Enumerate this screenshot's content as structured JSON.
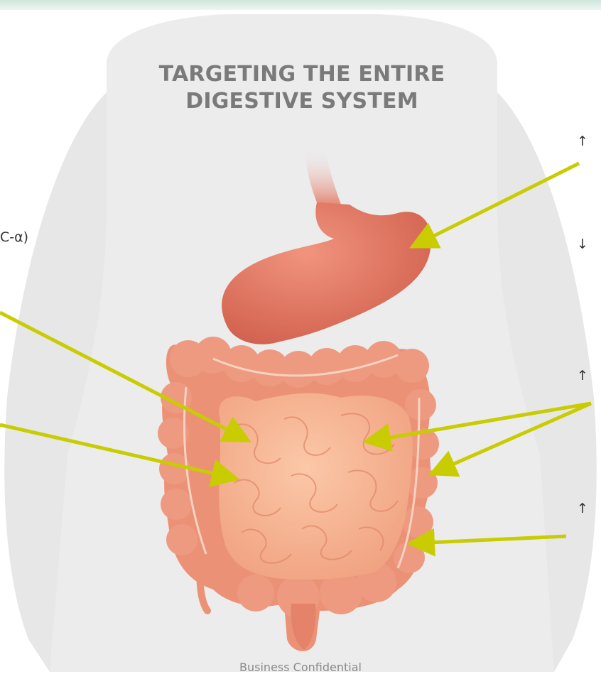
{
  "title": {
    "line1": "TARGETING THE ENTIRE",
    "line2": "DIGESTIVE SYSTEM"
  },
  "left_label": "C-α)",
  "right_markers": [
    "↑",
    "↓",
    "↑",
    "↑"
  ],
  "footer": "Business Confidential",
  "colors": {
    "arrow": "#c8cc00",
    "silhouette": "#ececec",
    "stomach": "#e0735e",
    "colon": "#eb9276",
    "small_intestine": "#f4b08f",
    "title": "#7a7a7a"
  }
}
